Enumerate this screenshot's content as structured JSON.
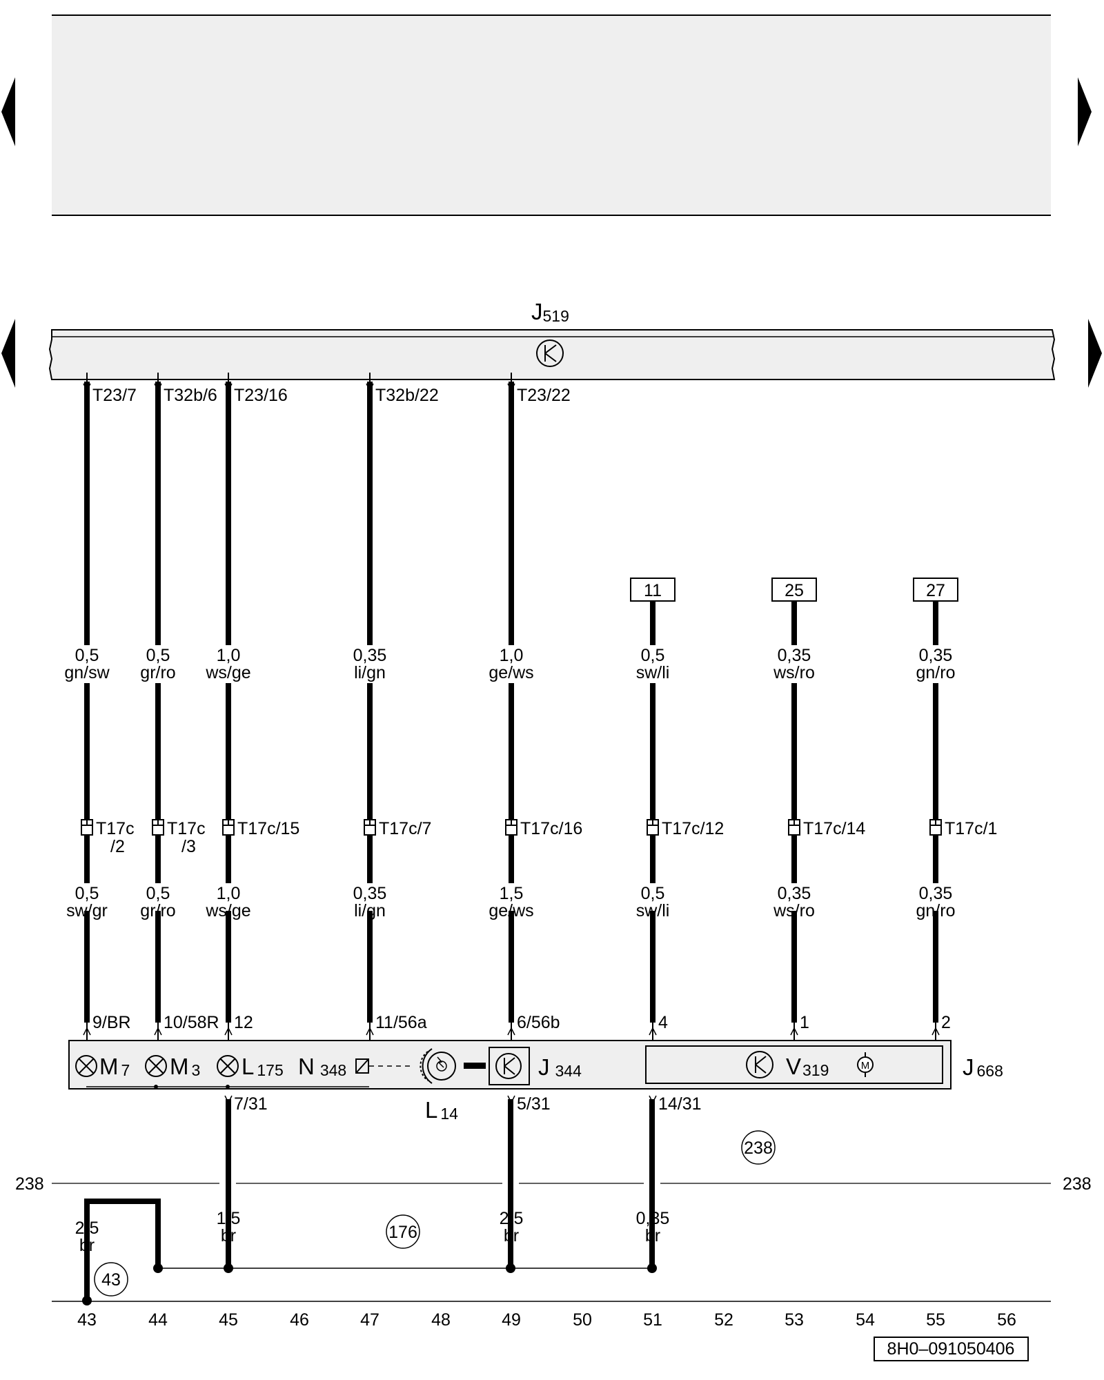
{
  "control_unit": {
    "name": "J",
    "sub": "519"
  },
  "module": {
    "name": "J",
    "sub": "668",
    "lamps": [
      {
        "name": "M",
        "sub": "7"
      },
      {
        "name": "M",
        "sub": "3"
      },
      {
        "name": "L",
        "sub": "175"
      }
    ],
    "solenoid": {
      "name": "N",
      "sub": "348"
    },
    "fog_lamp": {
      "name": "L",
      "sub": "14"
    },
    "relay": {
      "name": "J",
      "sub": "344"
    },
    "motor": {
      "name": "V",
      "sub": "319",
      "symbol": "M"
    }
  },
  "wires": [
    {
      "x": 43,
      "top_pin": "T23/7",
      "upper": [
        "0,5",
        "gn/sw"
      ],
      "conn": [
        "T17c",
        "/2"
      ],
      "lower": [
        "0,5",
        "sw/gr"
      ],
      "module_pin": "9/BR"
    },
    {
      "x": 44,
      "top_pin": "T32b/6",
      "upper": [
        "0,5",
        "gr/ro"
      ],
      "conn": [
        "T17c",
        "/3"
      ],
      "lower": [
        "0,5",
        "gr/ro"
      ],
      "module_pin": "10/58R"
    },
    {
      "x": 45,
      "top_pin": "T23/16",
      "upper": [
        "1,0",
        "ws/ge"
      ],
      "conn": [
        "T17c/15"
      ],
      "lower": [
        "1,0",
        "ws/ge"
      ],
      "module_pin": "12"
    },
    {
      "x": 47,
      "top_pin": "T32b/22",
      "upper": [
        "0,35",
        "li/gn"
      ],
      "conn": [
        "T17c/7"
      ],
      "lower": [
        "0,35",
        "li/gn"
      ],
      "module_pin": "11/56a"
    },
    {
      "x": 49,
      "top_pin": "T23/22",
      "upper": [
        "1,0",
        "ge/ws"
      ],
      "conn": [
        "T17c/16"
      ],
      "lower": [
        "1,5",
        "ge/ws"
      ],
      "module_pin": "6/56b"
    },
    {
      "x": 51,
      "ref": "11",
      "upper": [
        "0,5",
        "sw/li"
      ],
      "conn": [
        "T17c/12"
      ],
      "lower": [
        "0,5",
        "sw/li"
      ],
      "module_pin": "4"
    },
    {
      "x": 53,
      "ref": "25",
      "upper": [
        "0,35",
        "ws/ro"
      ],
      "conn": [
        "T17c/14"
      ],
      "lower": [
        "0,35",
        "ws/ro"
      ],
      "module_pin": "1"
    },
    {
      "x": 55,
      "ref": "27",
      "upper": [
        "0,35",
        "gn/ro"
      ],
      "conn": [
        "T17c/1"
      ],
      "lower": [
        "0,35",
        "gn/ro"
      ],
      "module_pin": "2"
    }
  ],
  "ground_pins": [
    {
      "x": 45,
      "pin": "7/31",
      "wire": [
        "1,5",
        "br"
      ]
    },
    {
      "x": 49,
      "pin": "5/31",
      "wire": [
        "2,5",
        "br"
      ]
    },
    {
      "x": 51,
      "pin": "14/31",
      "wire": [
        "0,35",
        "br"
      ]
    }
  ],
  "wire_43": [
    "2,5",
    "br"
  ],
  "bus_label": "238",
  "ground_refs": [
    "238",
    "176",
    "43"
  ],
  "tracks": [
    "43",
    "44",
    "45",
    "46",
    "47",
    "48",
    "49",
    "50",
    "51",
    "52",
    "53",
    "54",
    "55",
    "56"
  ],
  "doc_id": "8H0–091050406"
}
